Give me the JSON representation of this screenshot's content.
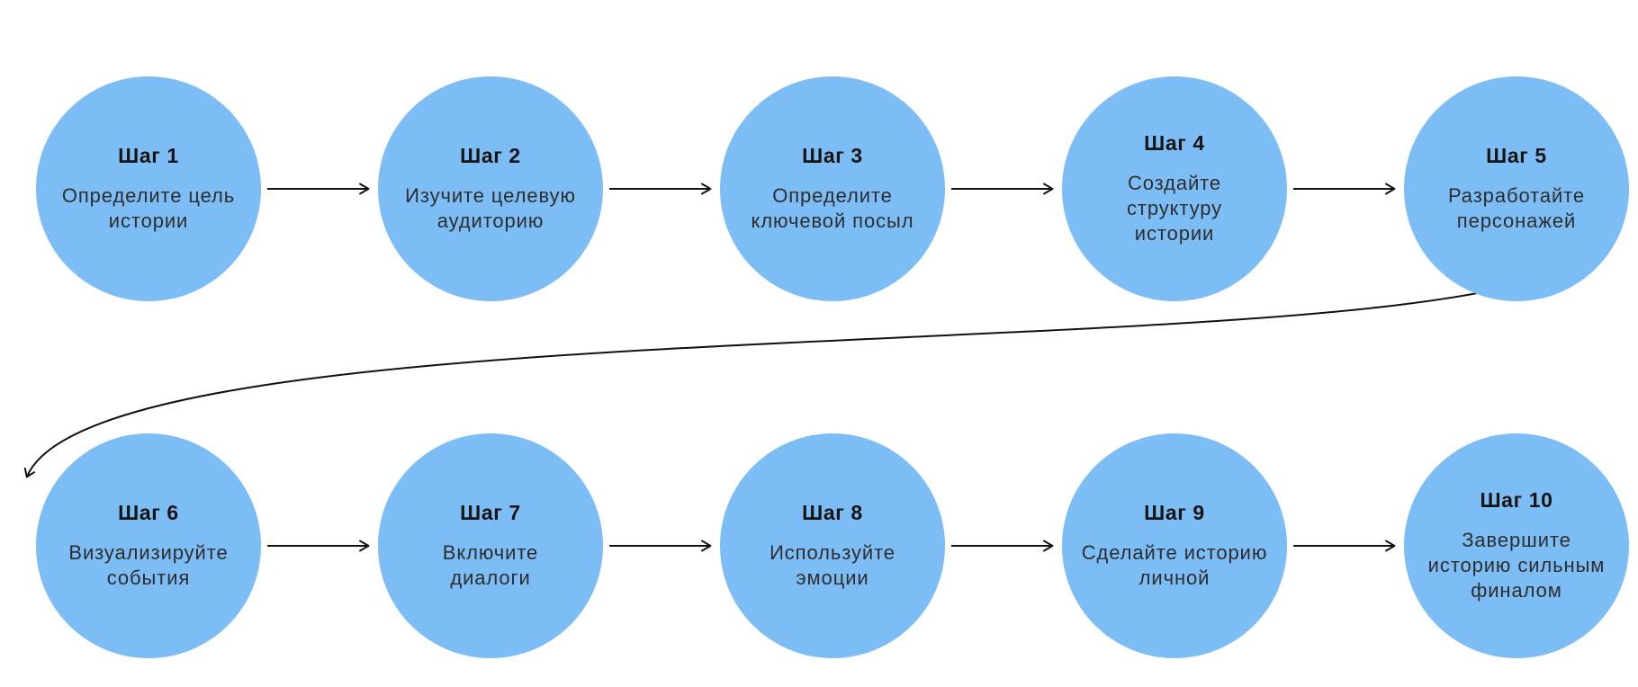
{
  "diagram": {
    "type": "flowchart",
    "language": "ru",
    "background": "#ffffff",
    "colors": {
      "circle_fill": "#7dbdf5",
      "arrow": "#111111",
      "step_label": "#141414",
      "step_text": "#2d2d2d"
    },
    "connector": {
      "description": "curved-arrow-from-step-5-to-step-6"
    },
    "steps": [
      {
        "label": "Шаг 1",
        "text": "Определите цель\nистории"
      },
      {
        "label": "Шаг 2",
        "text": "Изучите целевую\nаудиторию"
      },
      {
        "label": "Шаг 3",
        "text": "Определите\nключевой посыл"
      },
      {
        "label": "Шаг 4",
        "text": "Создайте\nструктуру\nистории"
      },
      {
        "label": "Шаг 5",
        "text": "Разработайте\nперсонажей"
      },
      {
        "label": "Шаг 6",
        "text": "Визуализируйте\nсобытия"
      },
      {
        "label": "Шаг 7",
        "text": "Включите\nдиалоги"
      },
      {
        "label": "Шаг 8",
        "text": "Используйте\nэмоции"
      },
      {
        "label": "Шаг 9",
        "text": "Сделайте историю\nличной"
      },
      {
        "label": "Шаг 10",
        "text": "Завершите\nисторию сильным\nфиналом"
      }
    ]
  }
}
